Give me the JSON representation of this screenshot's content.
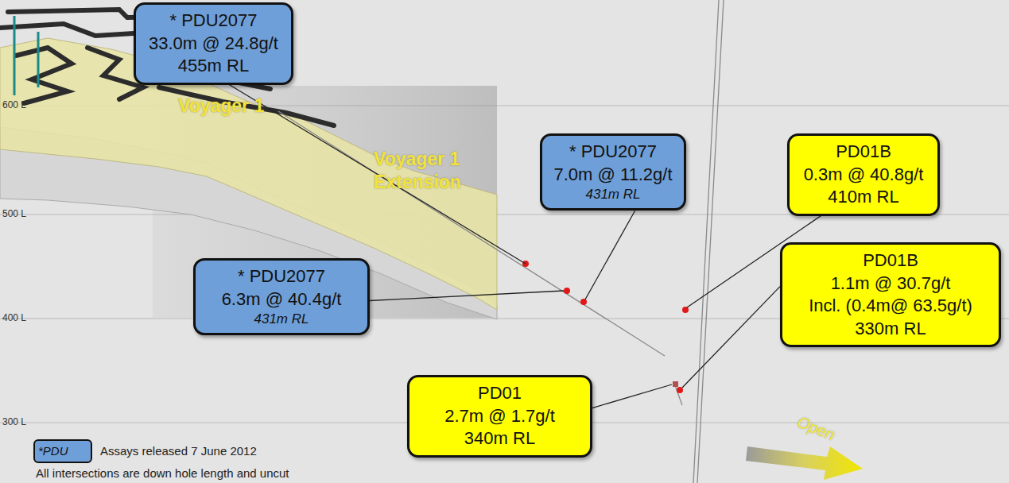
{
  "diagram": {
    "nodes": [
      {
        "text": [
          "* PDU2077",
          "33.0m @ 24.8g/t",
          "455m RL"
        ]
      },
      {
        "text": [
          "* PDU2077",
          "7.0m @ 11.2g/t",
          "431m RL"
        ]
      },
      {
        "text": [
          "PD01B",
          "0.3m @ 40.8g/t",
          "410m RL"
        ]
      },
      {
        "text": [
          "* PDU2077",
          "6.3m @ 40.4g/t",
          "431m RL"
        ]
      },
      {
        "text": [
          "PD01B",
          "1.1m @ 30.7g/t",
          "Incl. (0.4m@ 63.5g/t)",
          "330m RL"
        ]
      },
      {
        "text": [
          "PD01",
          "2.7m @ 1.7g/t",
          "340m RL"
        ]
      }
    ],
    "labels": [
      "600 L",
      "500 L",
      "400 L",
      "300 L",
      "Voyager 1",
      "Voyager 1 Extension",
      "Open",
      "*PDU",
      "All intersections are down hole length and uncut"
    ],
    "legend": [
      {
        "text": "Assays released 7 June 2012",
        "color": "#6f9fd8"
      }
    ]
  }
}
